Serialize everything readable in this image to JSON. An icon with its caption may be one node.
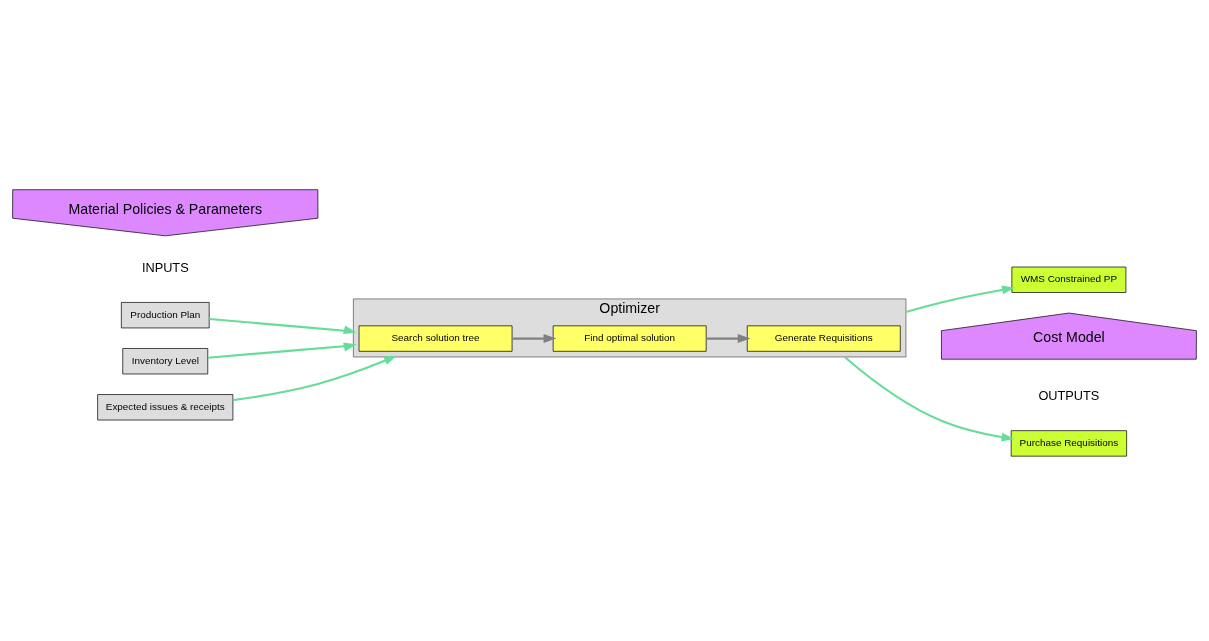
{
  "diagram": {
    "nodes": [
      {
        "text": [
          "Material Policies & Parameters"
        ]
      },
      {
        "text": [
          "Production Plan"
        ]
      },
      {
        "text": [
          "Inventory Level"
        ]
      },
      {
        "text": [
          "Expected issues & receipts"
        ]
      },
      {
        "text": [
          "Optimizer"
        ]
      },
      {
        "text": [
          "Search solution tree"
        ],
        "in": 4
      },
      {
        "text": [
          "Find optimal solution"
        ],
        "in": 4
      },
      {
        "text": [
          "Generate Requisitions"
        ],
        "in": 4
      },
      {
        "text": [
          "Purchase Requisitions"
        ]
      },
      {
        "text": [
          "WMS Constrained PP"
        ]
      },
      {
        "text": [
          "Cost Model"
        ]
      }
    ],
    "edges": [
      {
        "from": 1,
        "to": 4,
        "arrow": "to"
      },
      {
        "from": 2,
        "to": 4,
        "arrow": "to"
      },
      {
        "from": 3,
        "to": 4,
        "arrow": "to"
      },
      {
        "from": 5,
        "to": 6,
        "arrow": "to",
        "color": "#808080"
      },
      {
        "from": 6,
        "to": 7,
        "arrow": "to",
        "color": "#808080"
      },
      {
        "from": 4,
        "to": 8,
        "arrow": "to"
      },
      {
        "from": 4,
        "to": 9,
        "arrow": "to"
      }
    ],
    "labels": [
      "INPUTS",
      "OUTPUTS"
    ]
  }
}
